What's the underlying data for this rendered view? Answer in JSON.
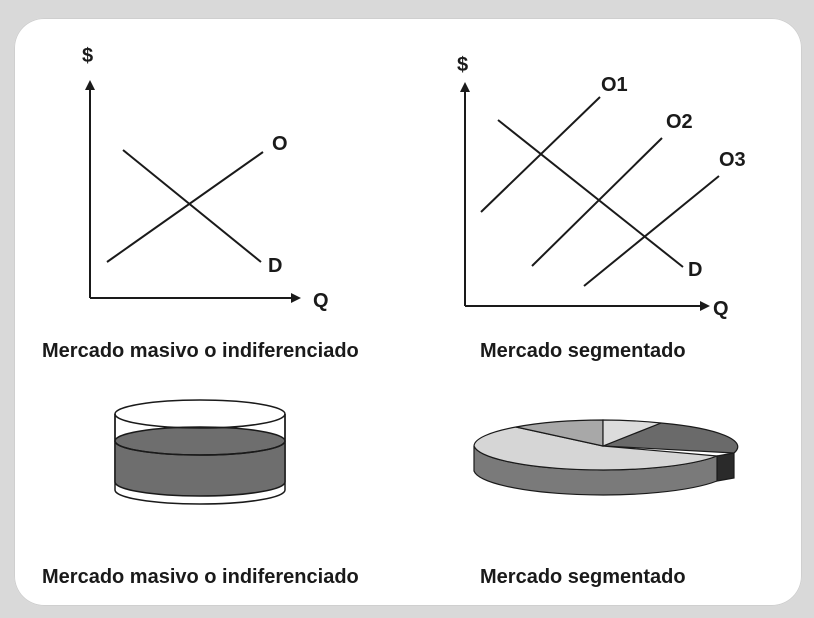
{
  "left_graph": {
    "y_axis": "$",
    "x_axis": "Q",
    "supply_label": "O",
    "demand_label": "D"
  },
  "right_graph": {
    "y_axis": "$",
    "x_axis": "Q",
    "supply_labels": [
      "O1",
      "O2",
      "O3"
    ],
    "demand_label": "D"
  },
  "captions": {
    "top_left": "Mercado masivo o indiferenciado",
    "top_right": "Mercado segmentado",
    "bottom_left": "Mercado masivo o indiferenciado",
    "bottom_right": "Mercado segmentado"
  },
  "colors": {
    "background": "#d9d9d9",
    "card": "#ffffff",
    "ink": "#1a1a1a",
    "cylinder_fill": "#6e6e6e",
    "pie_dark": "#6a6a6a",
    "pie_light": "#d6d6d6",
    "pie_mid": "#a8a8a8"
  }
}
